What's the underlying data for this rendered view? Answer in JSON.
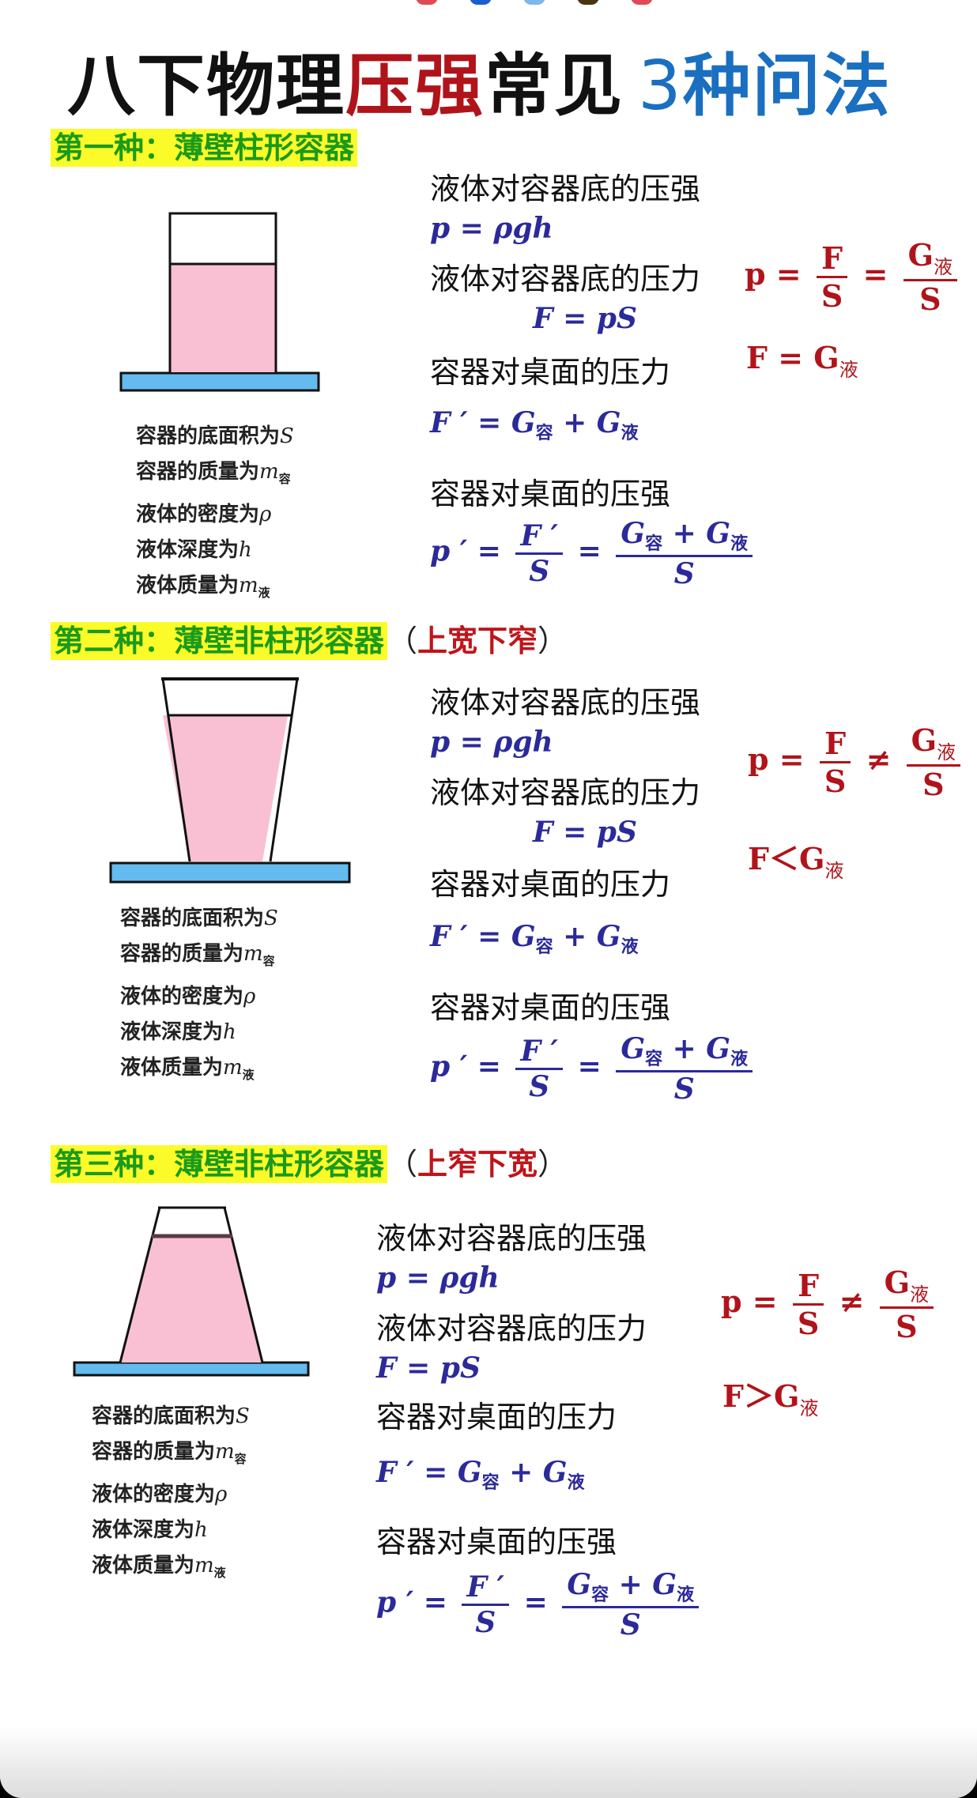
{
  "top_dots": [
    "#e04a55",
    "#1a5fd0",
    "#7fb6ec",
    "#4a3410",
    "#e04a55"
  ],
  "title": {
    "part1": "八下物理",
    "part2": "压强",
    "part3": "常见",
    "part4": "3",
    "part5": "种问法"
  },
  "colors": {
    "title_red": "#b0141a",
    "title_blue": "#1a6fc0",
    "highlight": "#fbfb2a",
    "heading_green": "#1a9a1a",
    "formula_blue": "#2b2a9a",
    "formula_red": "#b0141a",
    "liquid_pink": "#f9c0d4",
    "table_blue": "#63bbef"
  },
  "labels_common": {
    "l1": "容器的底面积为",
    "l1v": "S",
    "l2": "容器的质量为",
    "l2v": "m",
    "l2s": "容",
    "l3": "液体的密度为",
    "l3v": "ρ",
    "l4": "液体深度为",
    "l4v": "h",
    "l5": "液体质量为",
    "l5v": "m",
    "l5s": "液"
  },
  "text_common": {
    "q1": "液体对容器底的压强",
    "q2": "液体对容器底的压力",
    "q3": "容器对桌面的压力",
    "q4": "容器对桌面的压强",
    "f1": "p = ρgh",
    "f2": "F = pS",
    "f3_lhs": "F ′ = G",
    "f3_sub1": "容",
    "f3_mid": " + G",
    "f3_sub2": "液",
    "f4_lhs": "p ′ =",
    "f4_num1": "F ′",
    "f4_den1": "S",
    "f4_eq": "=",
    "f4_num2a": "G",
    "f4_num2s1": "容",
    "f4_num2b": " + G",
    "f4_num2s2": "液",
    "f4_den2": "S"
  },
  "sections": [
    {
      "heading": "第一种：薄壁柱形容器",
      "note": "",
      "note_paren_open": "",
      "note_paren_close": "",
      "red_formula": {
        "lhs": "p =",
        "num1": "F",
        "den1": "S",
        "rel": "=",
        "num2": "G",
        "num2sub": "液",
        "den2": "S"
      },
      "red_compare": {
        "lhs": "F",
        "rel": " = ",
        "rhs": "G",
        "sub": "液"
      }
    },
    {
      "heading": "第二种：薄壁非柱形容器",
      "note_paren_open": "（",
      "note": "上宽下窄",
      "note_paren_close": "）",
      "red_formula": {
        "lhs": "p =",
        "num1": "F",
        "den1": "S",
        "rel": "≠",
        "num2": "G",
        "num2sub": "液",
        "den2": "S"
      },
      "red_compare": {
        "lhs": "F",
        "rel": "＜",
        "rhs": "G",
        "sub": "液"
      }
    },
    {
      "heading": "第三种：薄壁非柱形容器",
      "note_paren_open": "（",
      "note": "上窄下宽",
      "note_paren_close": "）",
      "red_formula": {
        "lhs": "p =",
        "num1": "F",
        "den1": "S",
        "rel": "≠",
        "num2": "G",
        "num2sub": "液",
        "den2": "S"
      },
      "red_compare": {
        "lhs": "F",
        "rel": "＞",
        "rhs": "G",
        "sub": "液"
      }
    }
  ]
}
